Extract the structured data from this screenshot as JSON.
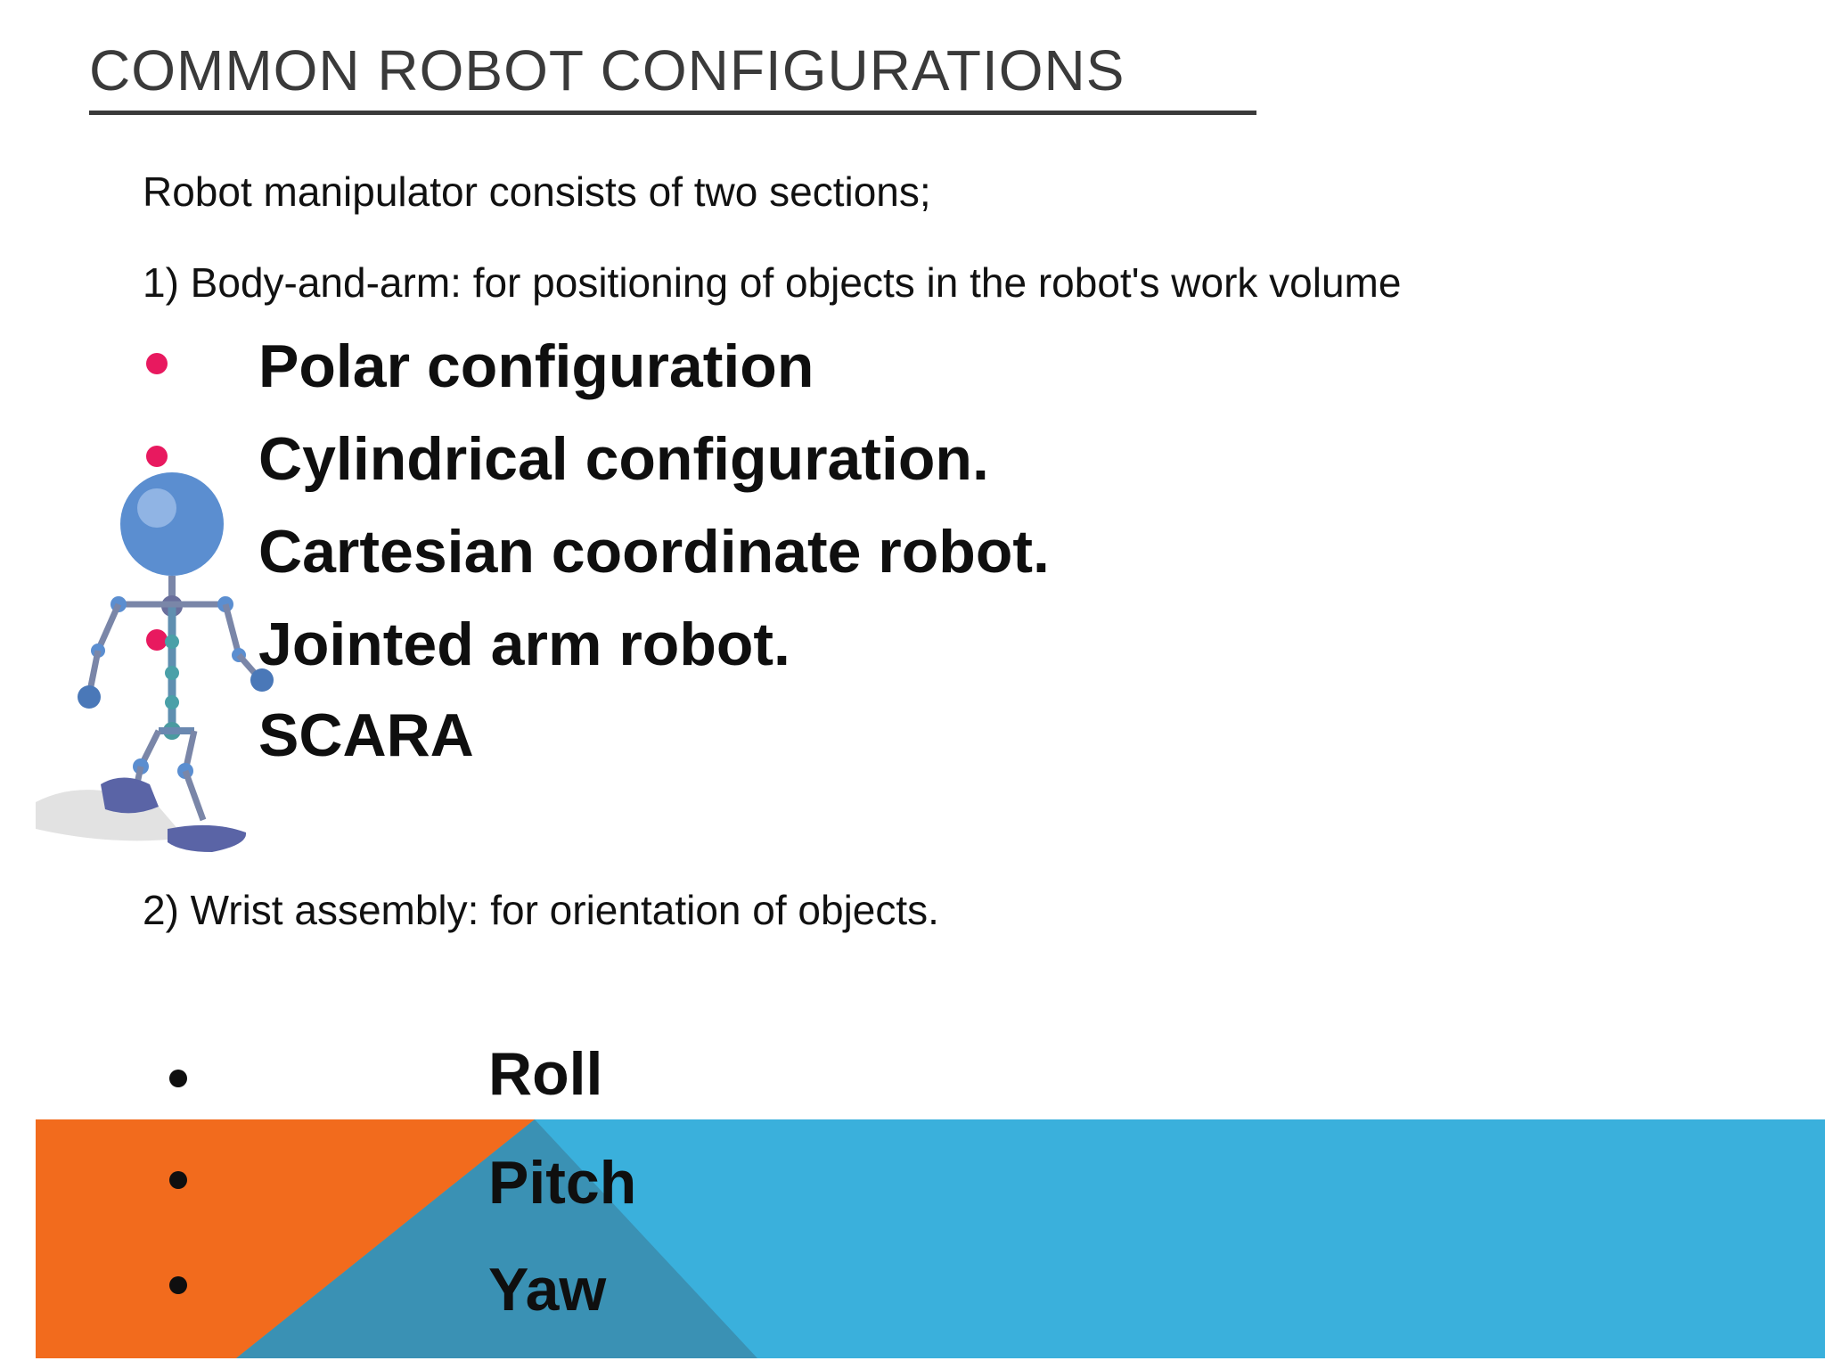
{
  "slide": {
    "title": "COMMON ROBOT CONFIGURATIONS",
    "intro": "Robot manipulator consists of two sections;",
    "section1": "1) Body-and-arm: for positioning of objects in the robot's work volume",
    "configurations": [
      "Polar configuration",
      "Cylindrical configuration.",
      "Cartesian coordinate robot.",
      "Jointed arm robot.",
      "SCARA"
    ],
    "section2": "2) Wrist assembly: for orientation of objects.",
    "wrist_motions": [
      "Roll",
      "Pitch",
      "Yaw"
    ]
  },
  "colors": {
    "bullet_pink": "#e8195f",
    "band_orange": "#f26b1d",
    "band_blue": "#3ab0dc",
    "band_overlap": "#3a91b4",
    "robot_blue": "#5b8ed0"
  },
  "icons": {
    "robot_figure": "walking-robot-clipart-icon"
  }
}
